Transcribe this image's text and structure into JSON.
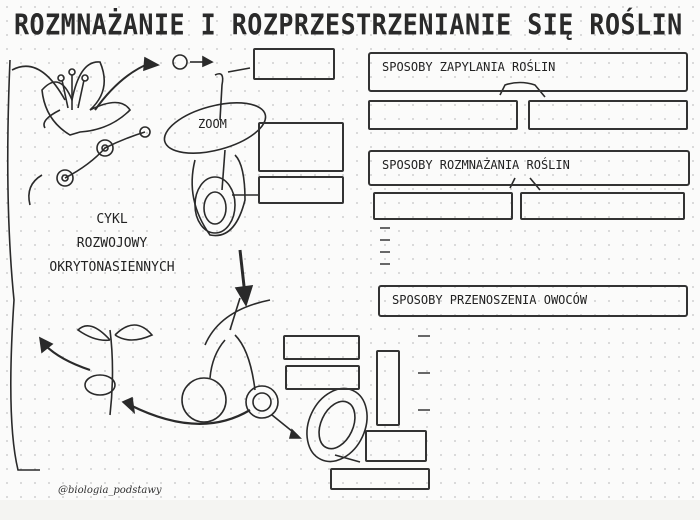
{
  "title": "ROZMNAŻANIE I ROZPRZESTRZENIANIE SIĘ ROŚLIN",
  "zoom_label": "ZOOM",
  "cycle_label": [
    "CYKL",
    "ROZWOJOWY",
    "OKRYTONASIENNYCH"
  ],
  "sections": [
    {
      "heading": "SPOSOBY ZAPYLANIA ROŚLIN"
    },
    {
      "heading": "SPOSOBY ROZMNAŻANIA ROŚLIN"
    },
    {
      "heading": "SPOSOBY PRZENOSZENIA OWOCÓW"
    }
  ],
  "credit": "@biologia_podstawy",
  "colors": {
    "ink": "#2a2a2a",
    "paper": "#fbfbfa",
    "dots": "#cfcfcf"
  }
}
